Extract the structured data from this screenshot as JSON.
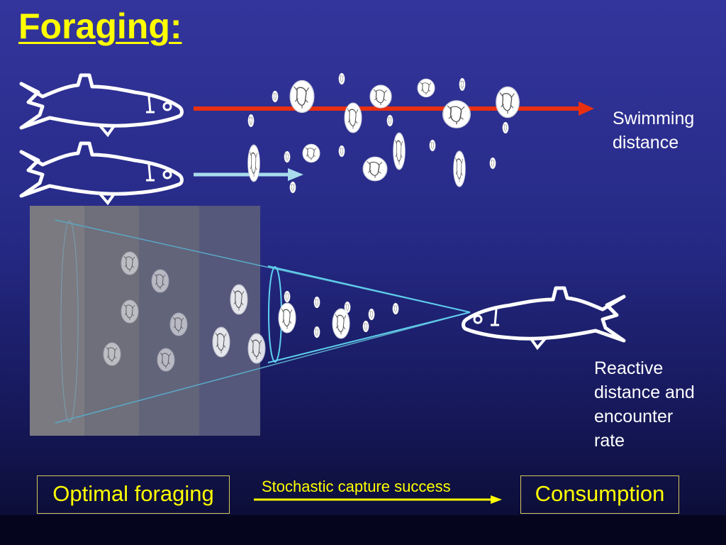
{
  "slide": {
    "title": "Foraging:",
    "labels": {
      "swimming_distance_line1": "Swimming",
      "swimming_distance_line2": "distance",
      "reactive_line1": "Reactive",
      "reactive_line2": "distance and",
      "reactive_line3": "encounter",
      "reactive_line4": "rate"
    },
    "flow": {
      "start_box": "Optimal foraging",
      "arrow_label": "Stochastic capture success",
      "end_box": "Consumption"
    }
  },
  "colors": {
    "title": "#ffff00",
    "fast_swim_arrow": "#e83010",
    "slow_swim_arrow": "#a8dcec",
    "reactive_cone": "#5fd0f0",
    "flow_arrow": "#ffff00"
  },
  "icons": [
    "fish-icon",
    "zooplankton-icon"
  ]
}
